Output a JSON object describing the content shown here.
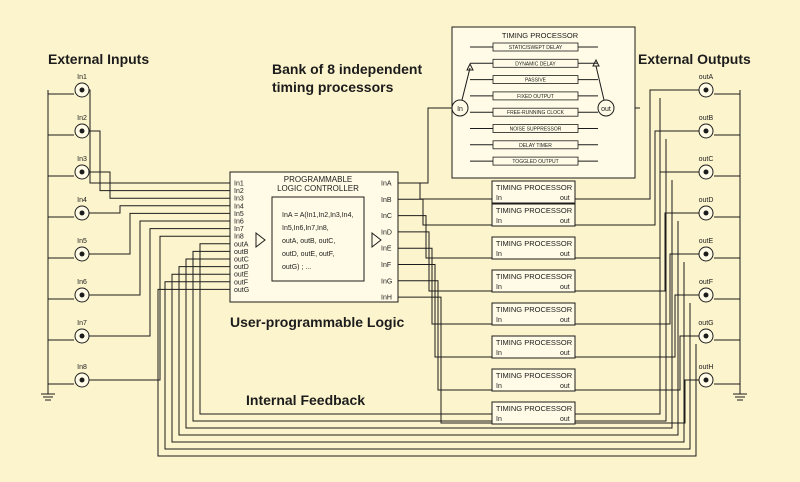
{
  "headings": {
    "external_inputs": "External Inputs",
    "external_outputs": "External Outputs",
    "bank_line1": "Bank of 8 independent",
    "bank_line2": "timing processors",
    "user_logic": "User-programmable Logic",
    "internal_feedback": "Internal Feedback"
  },
  "inputs": [
    "In1",
    "In2",
    "In3",
    "In4",
    "In5",
    "In6",
    "In7",
    "In8"
  ],
  "outputs": [
    "outA",
    "outB",
    "outC",
    "outD",
    "outE",
    "outF",
    "outG",
    "outH"
  ],
  "plc": {
    "title_line1": "PROGRAMMABLE",
    "title_line2": "LOGIC CONTROLLER",
    "left_pins": [
      "In1",
      "In2",
      "In3",
      "In4",
      "In5",
      "In6",
      "In7",
      "In8",
      "outA",
      "outB",
      "outC",
      "outD",
      "outE",
      "outF",
      "outG"
    ],
    "right_pins": [
      "InA",
      "InB",
      "InC",
      "InD",
      "InE",
      "InF",
      "InG",
      "InH"
    ],
    "formula": [
      "InA = A(In1,In2,In3,In4,",
      "In5,In6,In7,In8,",
      "outA, outB, outC,",
      "outD, outE, outF,",
      "outG) ; ..."
    ]
  },
  "timing_processor": {
    "title": "TIMING PROCESSOR",
    "in_label": "In",
    "out_label": "out"
  },
  "detail": {
    "title": "TIMING PROCESSOR",
    "in_label": "In",
    "out_label": "out",
    "modes": [
      "STATIC/SWEPT DELAY",
      "DYNAMIC DELAY",
      "PASSIVE",
      "FIXED OUTPUT",
      "FREE-RUNNING CLOCK",
      "NOISE SUPPRESSOR",
      "DELAY TIMER",
      "TOGGLED OUTPUT"
    ]
  },
  "colors": {
    "background": "#fcf4cd",
    "ink": "#1c1c1c"
  }
}
